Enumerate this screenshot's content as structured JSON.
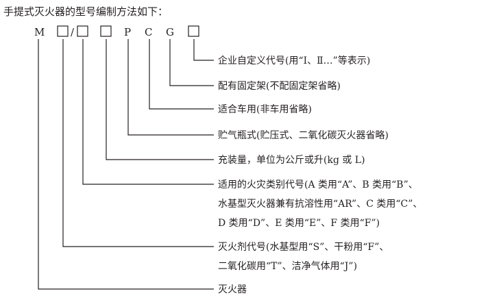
{
  "title": "手提式灭火器的型号编制方法如下：",
  "code": {
    "prefix": "M",
    "slash": "/",
    "letter_p": "P",
    "letter_c": "C",
    "letter_g": "G"
  },
  "descriptions": {
    "custom_code": "企业自定义代号(用“Ⅰ、Ⅱ…”等表示)",
    "fixed_rack": "配有固定架(不配固定架省略)",
    "vehicle_use": "适合车用(非车用省略)",
    "cylinder": "贮气瓶式(贮压式、二氧化碳灭火器省略)",
    "charge_amount": "充装量，单位为公斤或升(kg 或 L)",
    "fire_class": [
      "适用的火灾类别代号(A 类用“A”、B 类用“B”、",
      "水基型灭火器兼有抗溶性用“AR”、C 类用“C”、",
      "D 类用“D”、E 类用“E”、F 类用“F”)"
    ],
    "agent_code": [
      "灭火剂代号(水基型用“S”、干粉用“F”、",
      "二氧化碳用“T”、洁净气体用“J”)"
    ],
    "extinguisher": "灭火器"
  }
}
